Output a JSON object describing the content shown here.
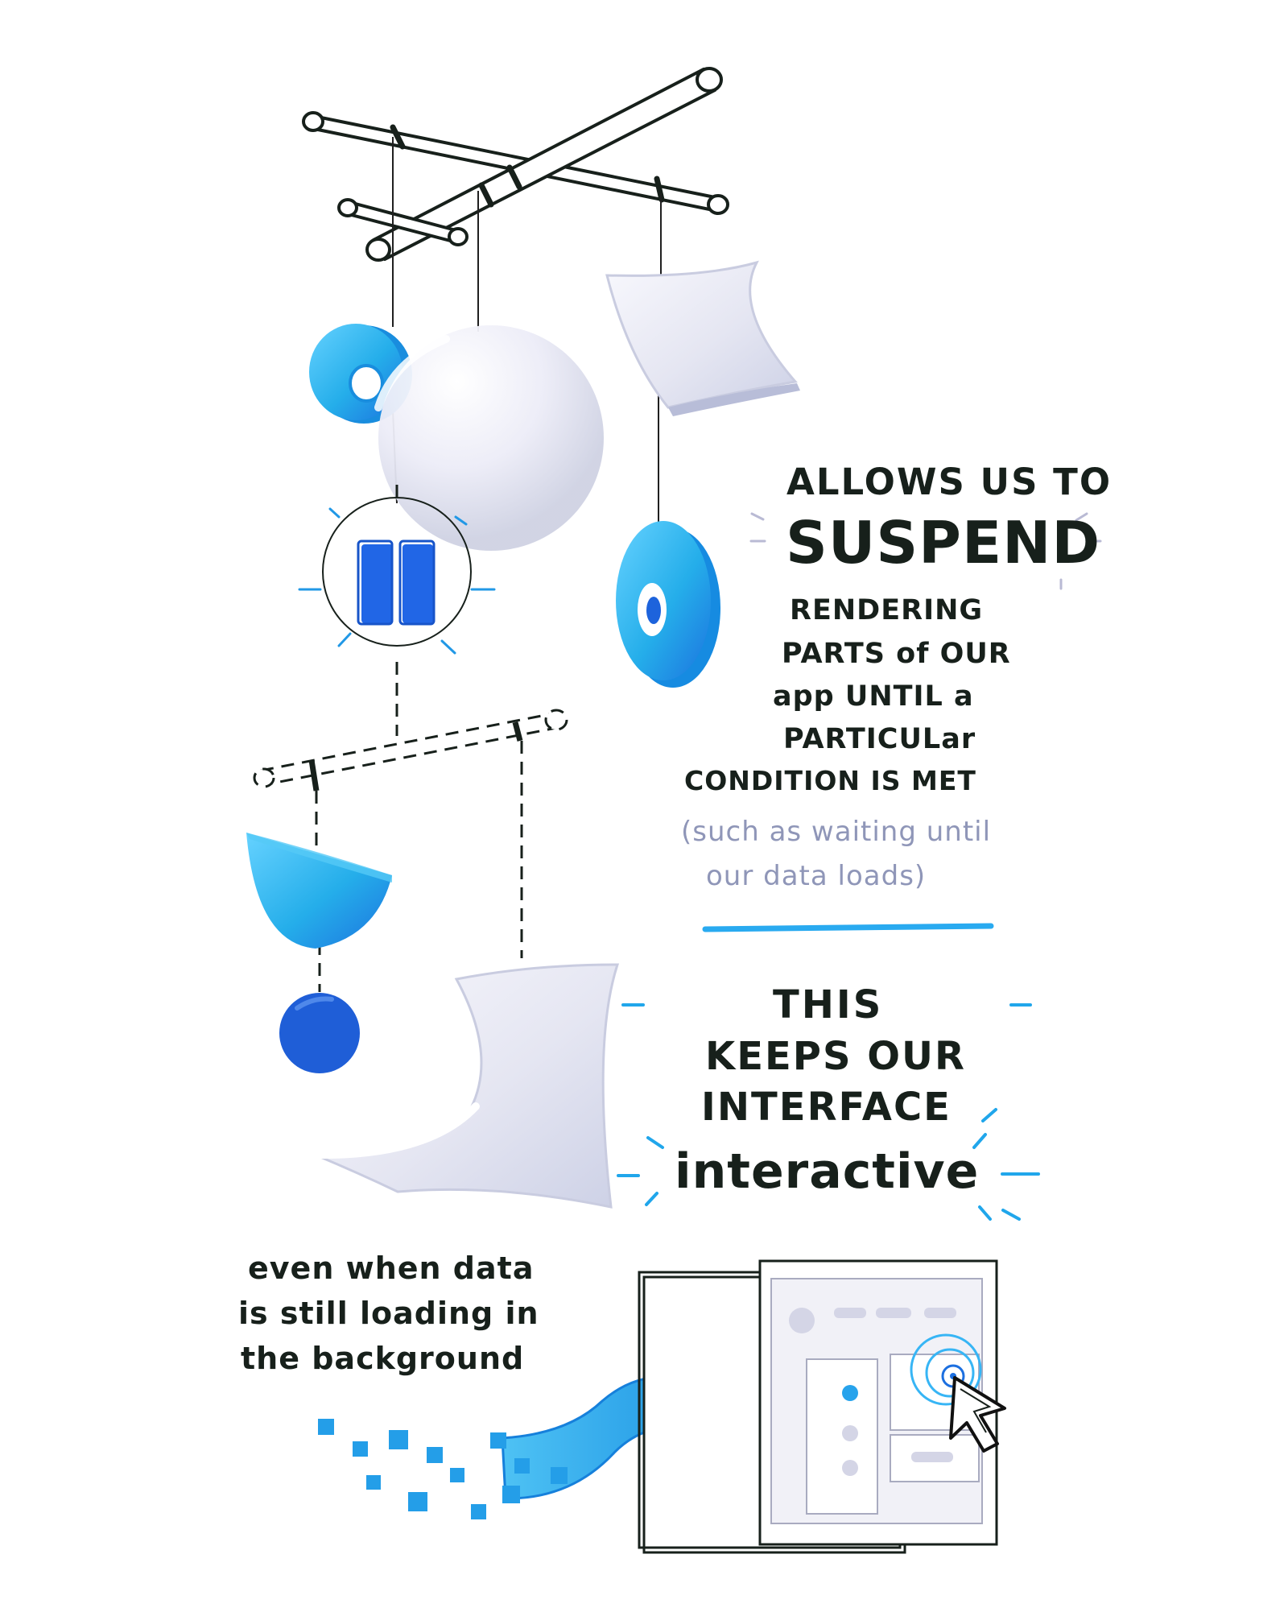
{
  "text": {
    "allows": "allows us to",
    "suspend": "SUSPEND",
    "rendering_1": "RENDERING",
    "rendering_2": "PARTS of OUR",
    "rendering_3": "app UNTIL a",
    "rendering_4": "PARTICULar",
    "rendering_5": "CONDITION IS MET",
    "note_1": "(such as waiting until",
    "note_2": "our data loads)",
    "this": "THIS",
    "keeps_1": "Keeps our",
    "keeps_2": "interface",
    "keeps_3": "interactive",
    "bottom_1": "even when data",
    "bottom_2": "is still loading in",
    "bottom_3": "the background"
  },
  "icons": {
    "mobile": "hanging-mobile-illustration",
    "pause": "pause-icon",
    "cursor": "mouse-cursor-icon",
    "arrow": "loading-arrow-icon",
    "interface": "ui-window-icon"
  },
  "colors": {
    "ink": "#17201b",
    "blue": "#23a9eb",
    "deep_blue": "#1e5fd8",
    "light_blue": "#bfe8fb",
    "lavender": "#e8e8f4",
    "gray_text": "#8f96b8"
  }
}
